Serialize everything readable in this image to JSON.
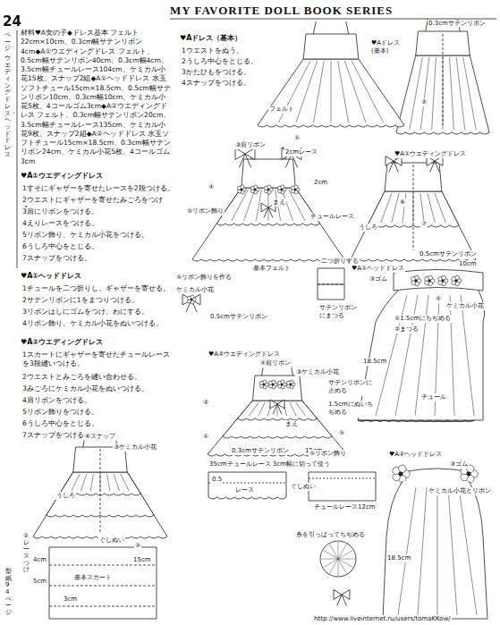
{
  "diagram": {
    "title": "MY FAVORITE DOLL BOOK SERIES",
    "labels": [
      "24",
      "ページ",
      "ウエディングドレス・ヘッドドレス",
      "材料♥A女の子◆ドレス基本 フェルト22cm×10cm、0.3cm幅サテンリボン4cm◆A①ウエディングドレス フェルト、0.5cm幅サテンリボン40cm、0.3cm幅4cm、3.5cm幅チュールレース104cm、ケミカル小花15枚、スナップ2組◆A①ヘッドドレス 水玉ソフトチュール15cm×18.5cm、0.5cm幅サテンリボン10cm、0.3cm幅10cm、ケミカル小花5枚、4コールゴム3cm◆A②ウエディングドレス フェルト、0.3cm幅サテンリボン20cm、3.5cm幅チュールレース135cm、ケミカル小花9枚、スナップ2組◆A②ヘッドドレス 水玉ソフトチュール15cm×18.5cm、0.3cm幅サテンリボン24cm、ケミカル小花5枚、4コールゴム3cm",
      "♥A①ウエディングドレス",
      "1すそにギャザーを寄せたレースを2段つける。",
      "2ウエストにギャザーを寄せたみごろをつける。",
      "3肩にリボンをつける。",
      "4えりレースをつける。",
      "5リボン飾り、ケミカル小花をつける。",
      "6うしろ中心をとじる。",
      "7スナップをつける。",
      "♥A①ヘッドドレス",
      "1チュールを二つ折りし、ギャザーを寄せる。",
      "2サテンリボンに1をまつりつける。",
      "3リボンはしにゴムをつけ、わにする。",
      "4リボン飾り、ケミカル小花をぬいつける。",
      "♥A②ウエディングドレス",
      "1スカートにギャザーを寄せたチュールレースを3段縫いつける。",
      "2ウエストとみごろを縫い合わせる。",
      "3みごろにケミカル小花をぬいつける。",
      "4肩リボンをつける。",
      "5リボン飾りをつける。",
      "6うしろ中心をとじる。",
      "7スナップをつける。",
      "♥Aドレス（基本）",
      "1ウエストをぬう。",
      "2うしろ中心をとじる。",
      "3かたひもをつける。",
      "4スナップをつける。",
      "♥Aドレス (基本)",
      "0.3cmサテンリボン",
      "フェルト",
      "②",
      "①",
      "③肩リボン",
      "2cmレース",
      "♥A①ウエディングドレス",
      "④",
      "⑤リボン飾り",
      "まえ",
      "2cm",
      "チュールレース",
      "基本フェルト",
      "うしろ",
      "⑥",
      "⑦",
      "⑤リボン飾りを作る",
      "ケミカル小花",
      "0.5cmサテンリボン",
      "二つ折りする",
      "♥A①ヘッドドレス",
      "0.5cmサテンリボン",
      "10cm",
      "③ゴム",
      "④",
      "ケミカル小花",
      "①1.5cmにちぢめる",
      "②まつる",
      "サテンリボンにまつる",
      "チュール",
      "18.5cm",
      "♥A②ウエディングドレス",
      "④肩リボン",
      "③ケミカル小花",
      "サテンリボンに止める",
      "1.5cmにぬいちぢめる",
      "まえ",
      "②",
      "①",
      "⑤",
      "0.3cmサテンリボン",
      "15cm",
      "35cmチュールレース 3cm幅に切って使う",
      "0.5",
      "レース",
      "3cm",
      "⑤リボン飾り",
      "♥A②ヘッドドレス",
      "③ゴム",
      "チュールレース12cm",
      "ぐしぬい",
      "糸を引っぱってちぢめる",
      "ケミカル小花とリボン",
      "18.5cm",
      "⑥スナップ",
      "③ケミカル小花",
      "うしろ",
      "⑤",
      "①レースつけ",
      "ぐしぬい",
      "15cm",
      "基本スカート",
      "4cm",
      "5cm",
      "3cm",
      "型紙94ページ",
      "http://www.liveinternet.ru/users/tomaKKow/"
    ]
  }
}
